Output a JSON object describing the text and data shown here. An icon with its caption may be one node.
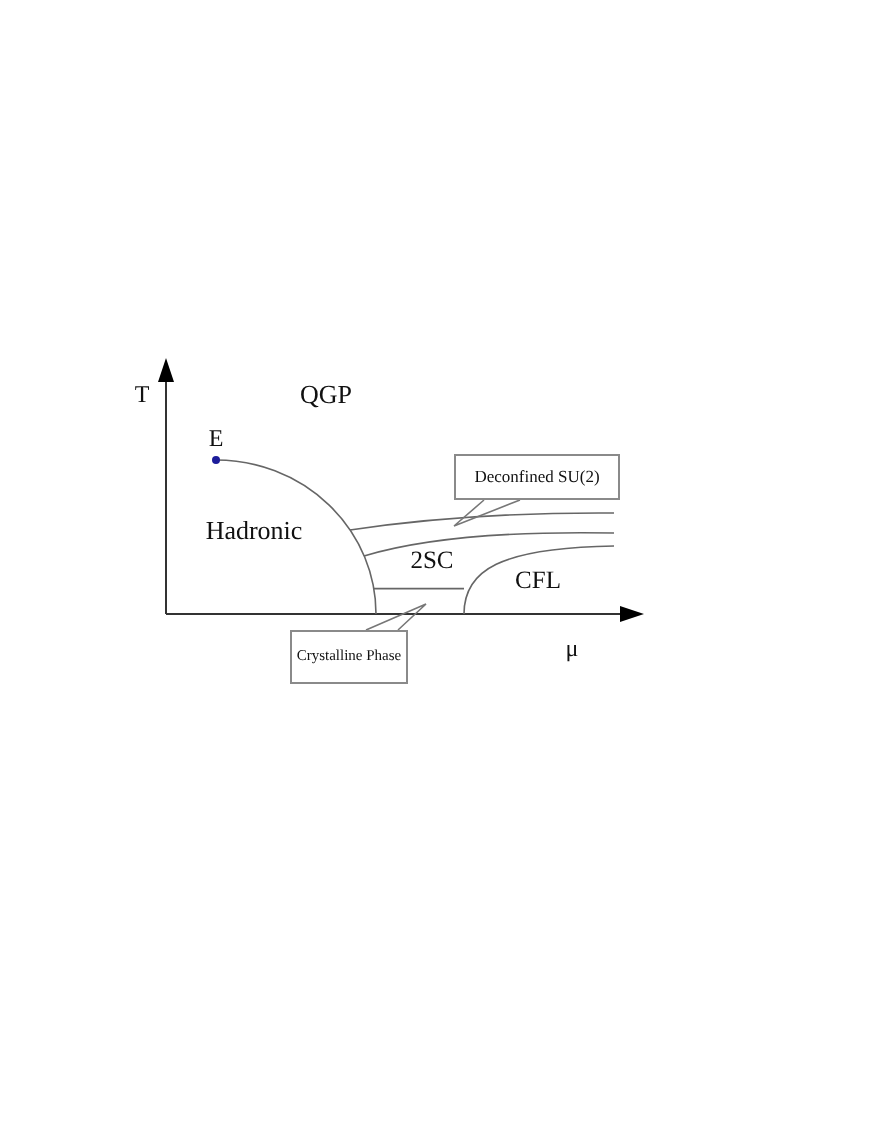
{
  "diagram": {
    "nodes": [
      {
        "text": [
          "Deconfined SU(2)"
        ]
      },
      {
        "text": [
          "Crystalline Phase"
        ]
      }
    ],
    "edges": [
      {
        "from": 0,
        "to": null,
        "arrow": "none"
      },
      {
        "from": 1,
        "to": null,
        "arrow": "none"
      }
    ],
    "labels": [
      "T",
      "QGP",
      "E",
      "Hadronic",
      "2SC",
      "CFL",
      "μ"
    ]
  }
}
